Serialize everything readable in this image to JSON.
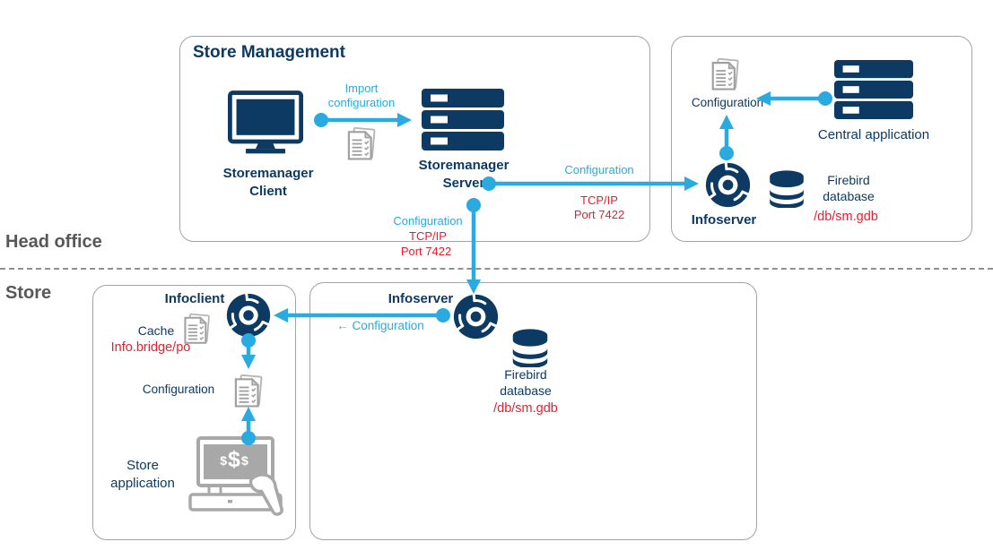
{
  "colors": {
    "navy": "#0d3a63",
    "cyan": "#29abe2",
    "red": "#ec1c2d",
    "icon_gray": "#a8a8a8",
    "section_gray": "#58585a",
    "box_border": "#a3a3a3"
  },
  "sections": {
    "head_office_label": "Head office",
    "store_label": "Store"
  },
  "store_management": {
    "title": "Store Management",
    "client_label": "Storemanager\nClient",
    "server_label": "Storemanager\nServer"
  },
  "head_office_infoserver": {
    "configuration_label": "Configuration",
    "central_application_label": "Central application",
    "infoserver_label": "Infoserver",
    "firebird_label": "Firebird\ndatabase",
    "firebird_path": "/db/sm.gdb"
  },
  "store_infoclient": {
    "title": "Infoclient",
    "cache_label": "Cache",
    "cache_path": "Info.bridge/po",
    "configuration_label": "Configuration",
    "store_application_label": "Store\napplication",
    "pos_screen": {
      "left": "$",
      "center": "$",
      "right": "$"
    }
  },
  "store_infoserver": {
    "title": "Infoserver",
    "firebird_label": "Firebird\ndatabase",
    "firebird_path": "/db/sm.gdb"
  },
  "connections": {
    "import_configuration_label": "Import\nconfiguration",
    "to_head_infoserver_label": "Configuration",
    "to_head_infoserver_protocol": "TCP/IP",
    "to_head_infoserver_port": "Port 7422",
    "to_store_infoserver_label": "Configuration",
    "to_store_infoserver_protocol": "TCP/IP",
    "to_store_infoserver_port": "Port 7422",
    "infoserver_to_infoclient_label": "← Configuration"
  }
}
